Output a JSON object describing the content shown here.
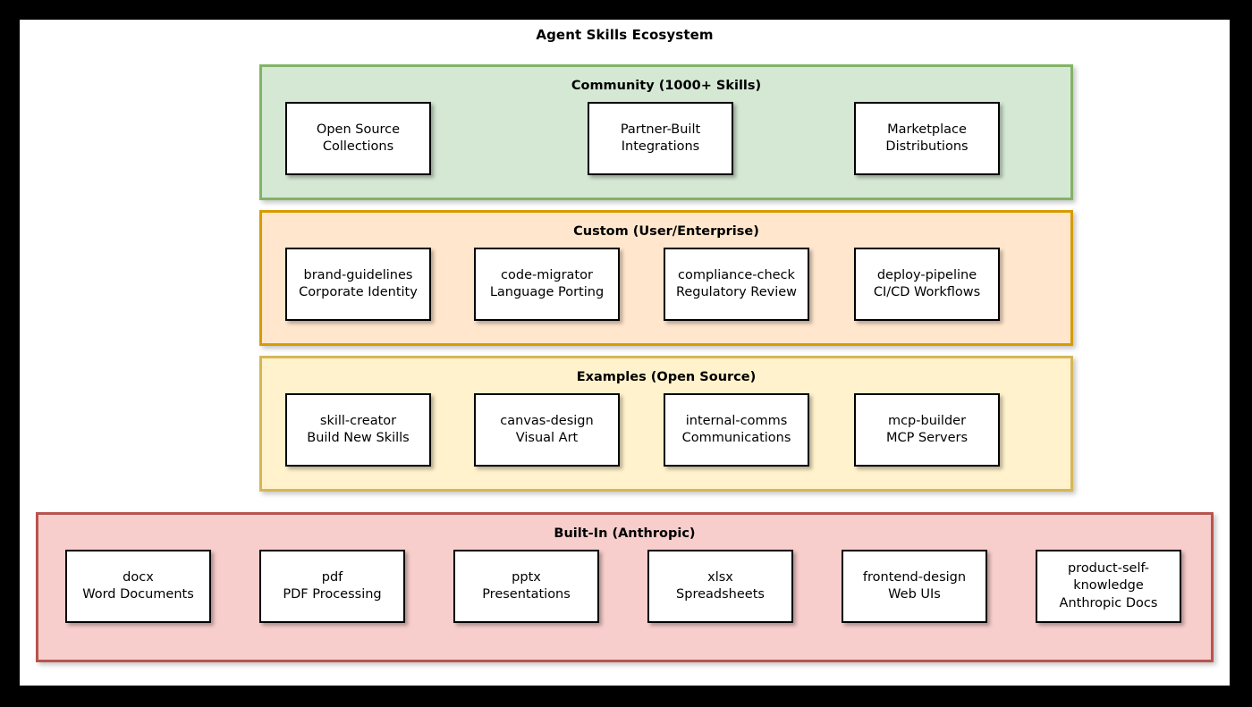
{
  "title": "Agent Skills Ecosystem",
  "colors": {
    "community_fill": "#d5e8d4",
    "community_border": "#82b366",
    "custom_fill": "#ffe6cc",
    "custom_border": "#d79b00",
    "examples_fill": "#fff2cc",
    "examples_border": "#d6b656",
    "builtin_fill": "#f8cecc",
    "builtin_border": "#b85450",
    "node_fill": "#ffffff",
    "node_border": "#000000",
    "page_background": "#000000",
    "canvas_background": "#ffffff"
  },
  "panels": [
    {
      "id": "community",
      "title": "Community (1000+ Skills)",
      "nodes": [
        {
          "l1": "Open Source",
          "l2": "Collections"
        },
        {
          "l1": "Partner-Built",
          "l2": "Integrations"
        },
        {
          "l1": "Marketplace",
          "l2": "Distributions"
        }
      ]
    },
    {
      "id": "custom",
      "title": "Custom (User/Enterprise)",
      "nodes": [
        {
          "l1": "brand-guidelines",
          "l2": "Corporate Identity"
        },
        {
          "l1": "code-migrator",
          "l2": "Language Porting"
        },
        {
          "l1": "compliance-check",
          "l2": "Regulatory Review"
        },
        {
          "l1": "deploy-pipeline",
          "l2": "CI/CD Workflows"
        }
      ]
    },
    {
      "id": "examples",
      "title": "Examples (Open Source)",
      "nodes": [
        {
          "l1": "skill-creator",
          "l2": "Build New Skills"
        },
        {
          "l1": "canvas-design",
          "l2": "Visual Art"
        },
        {
          "l1": "internal-comms",
          "l2": "Communications"
        },
        {
          "l1": "mcp-builder",
          "l2": "MCP Servers"
        }
      ]
    },
    {
      "id": "builtin",
      "title": "Built-In (Anthropic)",
      "nodes": [
        {
          "l1": "docx",
          "l2": "Word Documents"
        },
        {
          "l1": "pdf",
          "l2": "PDF Processing"
        },
        {
          "l1": "pptx",
          "l2": "Presentations"
        },
        {
          "l1": "xlsx",
          "l2": "Spreadsheets"
        },
        {
          "l1": "frontend-design",
          "l2": "Web UIs"
        },
        {
          "l1": "product-self-",
          "l2": "knowledge",
          "l3": "Anthropic Docs"
        }
      ]
    }
  ]
}
